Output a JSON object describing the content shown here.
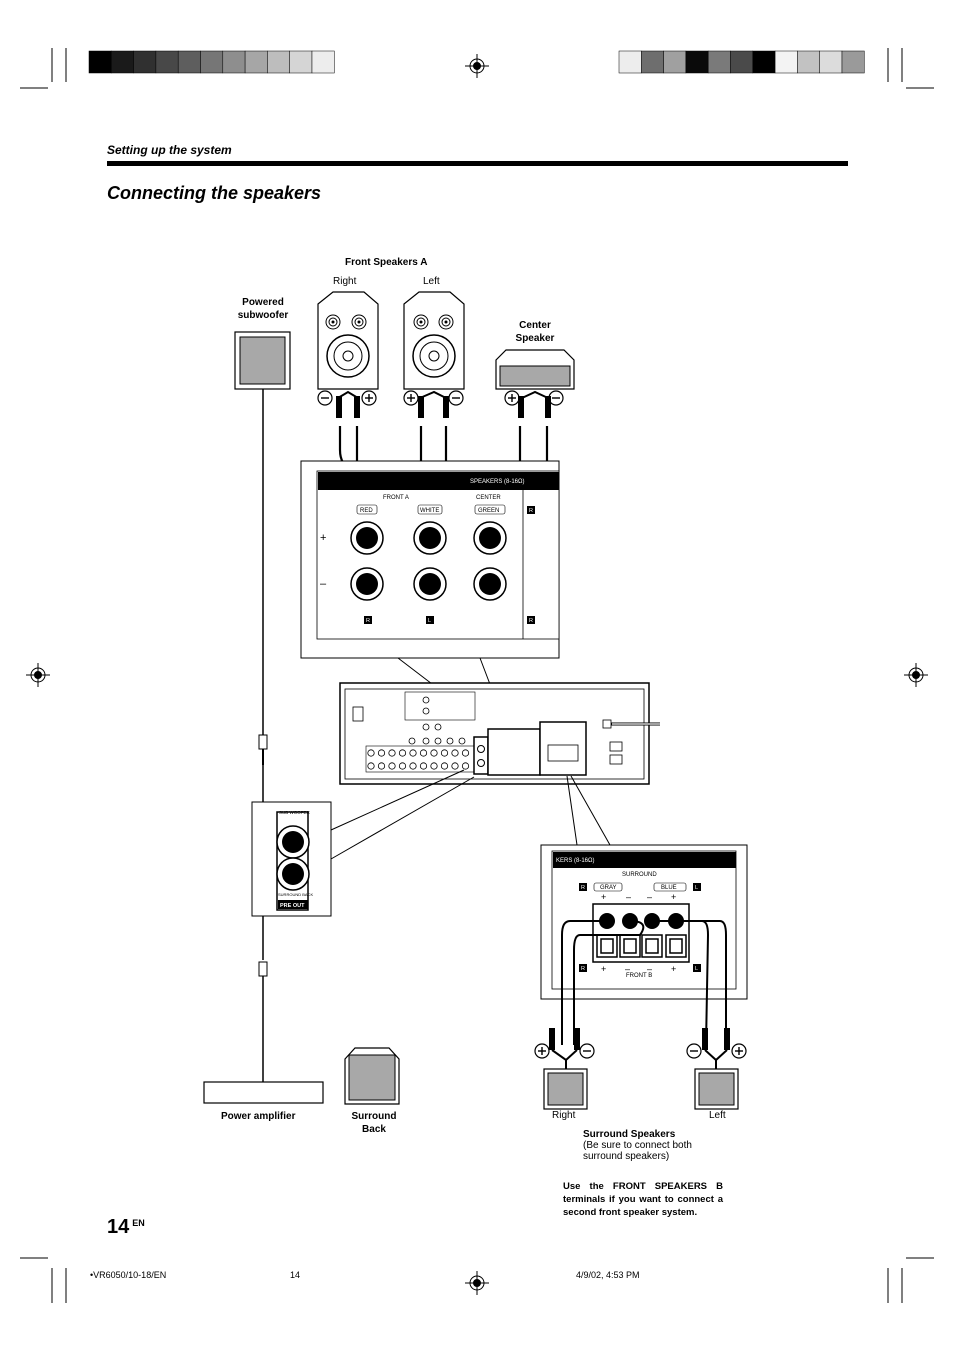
{
  "header": {
    "section": "Setting up the system",
    "title": "Connecting the speakers"
  },
  "labels": {
    "front_speakers_a": "Front Speakers A",
    "right": "Right",
    "left": "Left",
    "powered_subwoofer": "Powered subwoofer",
    "center_speaker": "Center Speaker",
    "power_amplifier": "Power amplifier",
    "surround_back": "Surround Back",
    "surround_right": "Right",
    "surround_left": "Left",
    "surround_speakers": "Surround Speakers",
    "surround_note": "(Be sure to connect both surround speakers)"
  },
  "panel": {
    "speakers": "SPEAKERS (8-16Ω)",
    "front_a": "FRONT A",
    "center": "CENTER",
    "red": "RED",
    "white": "WHITE",
    "green": "GREEN",
    "r": "R",
    "l": "L",
    "plus": "+",
    "minus": "–",
    "subwoofer": "SUB WOOFER",
    "surround_back": "SURROUND BACK",
    "pre_out": "PRE OUT",
    "speakers_partial": "KERS (8-16Ω)",
    "surround": "SURROUND",
    "gray": "GRAY",
    "blue": "BLUE",
    "front_b": "FRONT B"
  },
  "note": "Use the FRONT SPEAKERS B terminals if you want to connect a second front speaker system.",
  "page": {
    "number": "14",
    "suffix": "EN"
  },
  "footer": {
    "code": "•VR6050/10-18/EN",
    "page": "14",
    "date": "4/9/02, 4:53 PM"
  },
  "color_bars": {
    "left": [
      "#000000",
      "#1a1a1a",
      "#303030",
      "#484848",
      "#5e5e5e",
      "#767676",
      "#8e8e8e",
      "#a6a6a6",
      "#bdbdbd",
      "#d5d5d5",
      "#ededed"
    ],
    "right": [
      "#ededed",
      "#6e6e6e",
      "#a0a0a0",
      "#0a0a0a",
      "#7a7a7a",
      "#4a4a4a",
      "#000000",
      "#f3f3f3",
      "#c2c2c2",
      "#dcdcdc",
      "#9a9a9a"
    ]
  }
}
